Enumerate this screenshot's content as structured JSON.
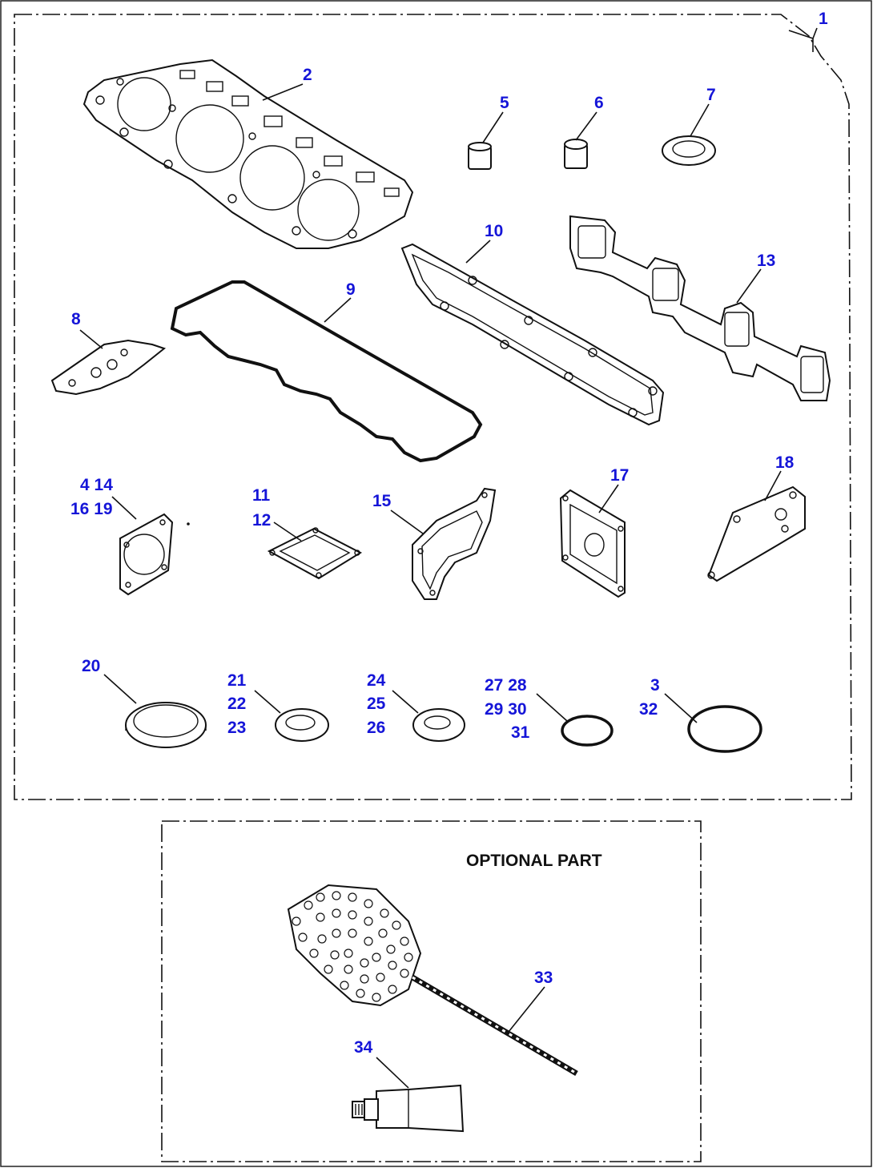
{
  "diagram": {
    "callouts": {
      "c1": "1",
      "c2": "2",
      "c5": "5",
      "c6": "6",
      "c7": "7",
      "c8": "8",
      "c9": "9",
      "c10": "10",
      "c13": "13",
      "c4_14": "4 14",
      "c16_19": "16 19",
      "c11": "11",
      "c12": "12",
      "c15": "15",
      "c17": "17",
      "c18": "18",
      "c20": "20",
      "c21": "21",
      "c22": "22",
      "c23": "23",
      "c24": "24",
      "c25": "25",
      "c26": "26",
      "c27_28": "27 28",
      "c29_30": "29 30",
      "c31": "31",
      "c3": "3",
      "c32": "32",
      "c33": "33",
      "c34": "34"
    },
    "optional_caption": "OPTIONAL PART"
  }
}
